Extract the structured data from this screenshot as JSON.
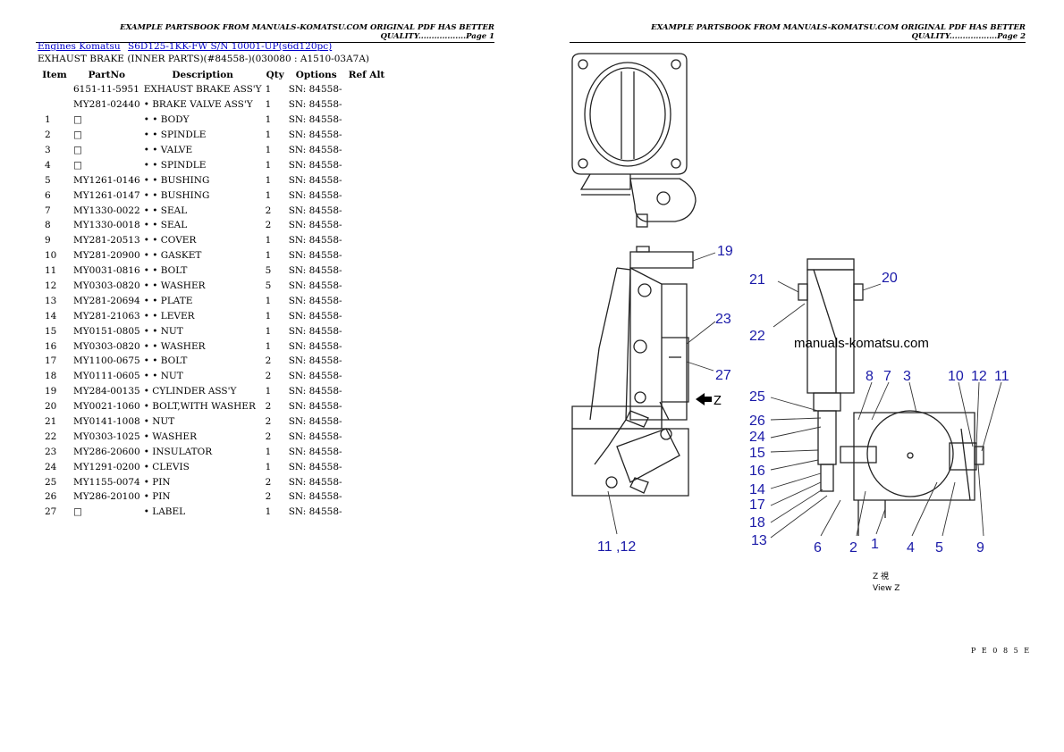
{
  "headers": {
    "page1": "EXAMPLE PARTSBOOK FROM MANUALS-KOMATSU.COM ORIGINAL PDF HAS BETTER QUALITY..................Page 1",
    "page2": "EXAMPLE PARTSBOOK FROM MANUALS-KOMATSU.COM ORIGINAL PDF HAS BETTER QUALITY..................Page 2"
  },
  "breadcrumb": {
    "link1": "Engines Komatsu",
    "link2": "S6D125-1KK-FW S/N 10001-UP(s6d120pc)"
  },
  "subtitle": "EXHAUST BRAKE (INNER PARTS)(#84558-)(030080 : A1510-03A7A)",
  "columns": [
    "Item",
    "PartNo",
    "Description",
    "Qty",
    "Options",
    "Ref Alt"
  ],
  "rows": [
    {
      "item": "",
      "partno": "6151-11-5951",
      "desc": "EXHAUST BRAKE ASS'Y",
      "qty": "1",
      "opt": "SN: 84558-"
    },
    {
      "item": "",
      "partno": "MY281-02440",
      "desc": "• BRAKE VALVE ASS'Y",
      "qty": "1",
      "opt": "SN: 84558-"
    },
    {
      "item": "1",
      "partno": "□",
      "desc": "• • BODY",
      "qty": "1",
      "opt": "SN: 84558-"
    },
    {
      "item": "2",
      "partno": "□",
      "desc": "• • SPINDLE",
      "qty": "1",
      "opt": "SN: 84558-"
    },
    {
      "item": "3",
      "partno": "□",
      "desc": "• • VALVE",
      "qty": "1",
      "opt": "SN: 84558-"
    },
    {
      "item": "4",
      "partno": "□",
      "desc": "• • SPINDLE",
      "qty": "1",
      "opt": "SN: 84558-"
    },
    {
      "item": "5",
      "partno": "MY1261-0146",
      "desc": "• • BUSHING",
      "qty": "1",
      "opt": "SN: 84558-"
    },
    {
      "item": "6",
      "partno": "MY1261-0147",
      "desc": "• • BUSHING",
      "qty": "1",
      "opt": "SN: 84558-"
    },
    {
      "item": "7",
      "partno": "MY1330-0022",
      "desc": "• • SEAL",
      "qty": "2",
      "opt": "SN: 84558-"
    },
    {
      "item": "8",
      "partno": "MY1330-0018",
      "desc": "• • SEAL",
      "qty": "2",
      "opt": "SN: 84558-"
    },
    {
      "item": "9",
      "partno": "MY281-20513",
      "desc": "• • COVER",
      "qty": "1",
      "opt": "SN: 84558-"
    },
    {
      "item": "10",
      "partno": "MY281-20900",
      "desc": "• • GASKET",
      "qty": "1",
      "opt": "SN: 84558-"
    },
    {
      "item": "11",
      "partno": "MY0031-0816",
      "desc": "• • BOLT",
      "qty": "5",
      "opt": "SN: 84558-"
    },
    {
      "item": "12",
      "partno": "MY0303-0820",
      "desc": "• • WASHER",
      "qty": "5",
      "opt": "SN: 84558-"
    },
    {
      "item": "13",
      "partno": "MY281-20694",
      "desc": "• • PLATE",
      "qty": "1",
      "opt": "SN: 84558-"
    },
    {
      "item": "14",
      "partno": "MY281-21063",
      "desc": "• • LEVER",
      "qty": "1",
      "opt": "SN: 84558-"
    },
    {
      "item": "15",
      "partno": "MY0151-0805",
      "desc": "• • NUT",
      "qty": "1",
      "opt": "SN: 84558-"
    },
    {
      "item": "16",
      "partno": "MY0303-0820",
      "desc": "• • WASHER",
      "qty": "1",
      "opt": "SN: 84558-"
    },
    {
      "item": "17",
      "partno": "MY1100-0675",
      "desc": "• • BOLT",
      "qty": "2",
      "opt": "SN: 84558-"
    },
    {
      "item": "18",
      "partno": "MY0111-0605",
      "desc": "• • NUT",
      "qty": "2",
      "opt": "SN: 84558-"
    },
    {
      "item": "19",
      "partno": "MY284-00135",
      "desc": "• CYLINDER ASS'Y",
      "qty": "1",
      "opt": "SN: 84558-"
    },
    {
      "item": "20",
      "partno": "MY0021-1060",
      "desc": "• BOLT,WITH WASHER",
      "qty": "2",
      "opt": "SN: 84558-"
    },
    {
      "item": "21",
      "partno": "MY0141-1008",
      "desc": "• NUT",
      "qty": "2",
      "opt": "SN: 84558-"
    },
    {
      "item": "22",
      "partno": "MY0303-1025",
      "desc": "• WASHER",
      "qty": "2",
      "opt": "SN: 84558-"
    },
    {
      "item": "23",
      "partno": "MY286-20600",
      "desc": "• INSULATOR",
      "qty": "1",
      "opt": "SN: 84558-"
    },
    {
      "item": "24",
      "partno": "MY1291-0200",
      "desc": "• CLEVIS",
      "qty": "1",
      "opt": "SN: 84558-"
    },
    {
      "item": "25",
      "partno": "MY1155-0074",
      "desc": "• PIN",
      "qty": "2",
      "opt": "SN: 84558-"
    },
    {
      "item": "26",
      "partno": "MY286-20100",
      "desc": "• PIN",
      "qty": "2",
      "opt": "SN: 84558-"
    },
    {
      "item": "27",
      "partno": "□",
      "desc": "• LABEL",
      "qty": "1",
      "opt": "SN: 84558-"
    }
  ],
  "diagram": {
    "callouts": [
      "19",
      "23",
      "27",
      "21",
      "20",
      "22",
      "8",
      "7",
      "3",
      "10",
      "12",
      "11",
      "25",
      "26",
      "24",
      "15",
      "16",
      "14",
      "17",
      "18",
      "13",
      "6",
      "2",
      "1",
      "4",
      "5",
      "9",
      "11 ,12"
    ],
    "watermark": "manuals-komatsu.com",
    "view_marker": "Z",
    "view_caption_jp": "Z 視",
    "view_caption_en": "View Z",
    "drawing_code": "P E 0 8 5 E",
    "callout_color": "#1a1aa8"
  }
}
